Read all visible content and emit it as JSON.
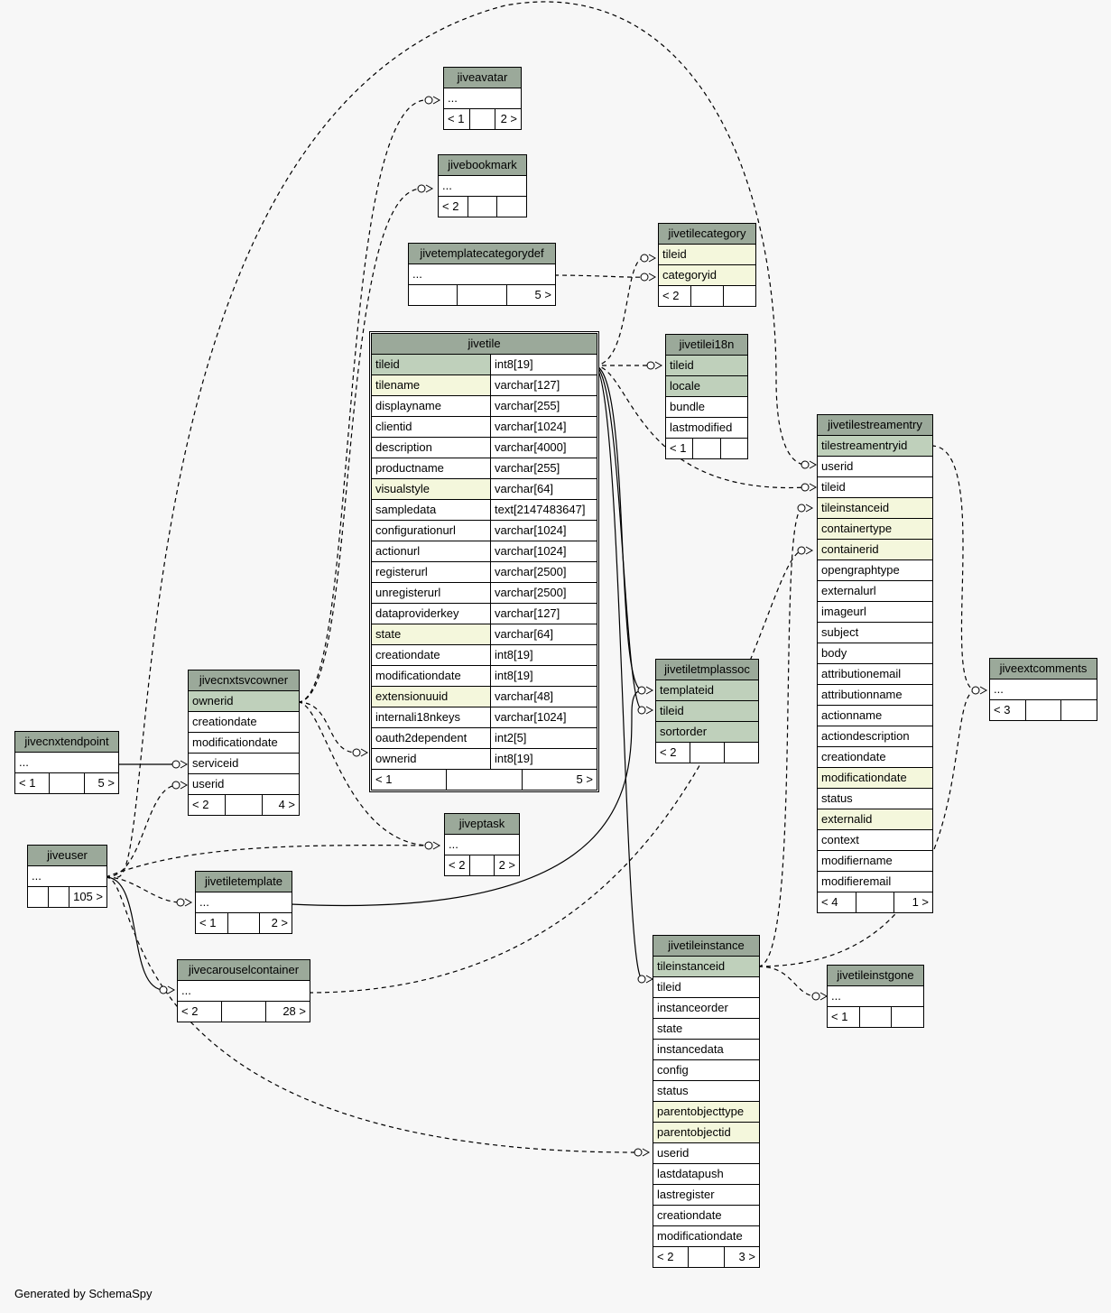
{
  "credit": "Generated by SchemaSpy",
  "colors": {
    "background": "#f7f7f7",
    "header": "#9ba99a",
    "primary_key": "#bfd0bb",
    "indexed": "#f4f7dc"
  },
  "tables": {
    "jiveavatar": {
      "title": "jiveavatar",
      "rows": [
        {
          "name": "..."
        }
      ],
      "footer": [
        "< 1",
        "",
        "2 >"
      ]
    },
    "jivebookmark": {
      "title": "jivebookmark",
      "rows": [
        {
          "name": "..."
        }
      ],
      "footer": [
        "< 2",
        "",
        ""
      ]
    },
    "jivetilecategory": {
      "title": "jivetilecategory",
      "rows": [
        {
          "name": "tileid",
          "cls": "idx"
        },
        {
          "name": "categoryid",
          "cls": "idx"
        }
      ],
      "footer": [
        "< 2",
        "",
        ""
      ]
    },
    "jivetemplatecategorydef": {
      "title": "jivetemplatecategorydef",
      "rows": [
        {
          "name": "..."
        }
      ],
      "footer": [
        "",
        "",
        "5 >"
      ]
    },
    "jivetile": {
      "title": "jivetile",
      "rows": [
        {
          "name": "tileid",
          "type": "int8[19]",
          "cls": "pk"
        },
        {
          "name": "tilename",
          "type": "varchar[127]",
          "cls": "idx"
        },
        {
          "name": "displayname",
          "type": "varchar[255]"
        },
        {
          "name": "clientid",
          "type": "varchar[1024]"
        },
        {
          "name": "description",
          "type": "varchar[4000]"
        },
        {
          "name": "productname",
          "type": "varchar[255]"
        },
        {
          "name": "visualstyle",
          "type": "varchar[64]",
          "cls": "idx"
        },
        {
          "name": "sampledata",
          "type": "text[2147483647]"
        },
        {
          "name": "configurationurl",
          "type": "varchar[1024]"
        },
        {
          "name": "actionurl",
          "type": "varchar[1024]"
        },
        {
          "name": "registerurl",
          "type": "varchar[2500]"
        },
        {
          "name": "unregisterurl",
          "type": "varchar[2500]"
        },
        {
          "name": "dataproviderkey",
          "type": "varchar[127]"
        },
        {
          "name": "state",
          "type": "varchar[64]",
          "cls": "idx"
        },
        {
          "name": "creationdate",
          "type": "int8[19]"
        },
        {
          "name": "modificationdate",
          "type": "int8[19]"
        },
        {
          "name": "extensionuuid",
          "type": "varchar[48]",
          "cls": "idx"
        },
        {
          "name": "internali18nkeys",
          "type": "varchar[1024]"
        },
        {
          "name": "oauth2dependent",
          "type": "int2[5]"
        },
        {
          "name": "ownerid",
          "type": "int8[19]"
        }
      ],
      "footer": [
        "< 1",
        "",
        "5 >"
      ]
    },
    "jivetilei18n": {
      "title": "jivetilei18n",
      "rows": [
        {
          "name": "tileid",
          "cls": "pk"
        },
        {
          "name": "locale",
          "cls": "pk"
        },
        {
          "name": "bundle"
        },
        {
          "name": "lastmodified"
        }
      ],
      "footer": [
        "< 1",
        "",
        ""
      ]
    },
    "jivetilestreamentry": {
      "title": "jivetilestreamentry",
      "rows": [
        {
          "name": "tilestreamentryid",
          "cls": "pk"
        },
        {
          "name": "userid"
        },
        {
          "name": "tileid"
        },
        {
          "name": "tileinstanceid",
          "cls": "idx"
        },
        {
          "name": "containertype",
          "cls": "idx"
        },
        {
          "name": "containerid",
          "cls": "idx"
        },
        {
          "name": "opengraphtype"
        },
        {
          "name": "externalurl"
        },
        {
          "name": "imageurl"
        },
        {
          "name": "subject"
        },
        {
          "name": "body"
        },
        {
          "name": "attributionemail"
        },
        {
          "name": "attributionname"
        },
        {
          "name": "actionname"
        },
        {
          "name": "actiondescription"
        },
        {
          "name": "creationdate"
        },
        {
          "name": "modificationdate",
          "cls": "idx"
        },
        {
          "name": "status"
        },
        {
          "name": "externalid",
          "cls": "idx"
        },
        {
          "name": "context"
        },
        {
          "name": "modifiername"
        },
        {
          "name": "modifieremail"
        }
      ],
      "footer": [
        "< 4",
        "",
        "1 >"
      ]
    },
    "jivecnxtsvcowner": {
      "title": "jivecnxtsvcowner",
      "rows": [
        {
          "name": "ownerid",
          "cls": "pk"
        },
        {
          "name": "creationdate"
        },
        {
          "name": "modificationdate"
        },
        {
          "name": "serviceid"
        },
        {
          "name": "userid"
        }
      ],
      "footer": [
        "< 2",
        "",
        "4 >"
      ]
    },
    "jivecnxtendpoint": {
      "title": "jivecnxtendpoint",
      "rows": [
        {
          "name": "..."
        }
      ],
      "footer": [
        "< 1",
        "",
        "5 >"
      ]
    },
    "jiveuser": {
      "title": "jiveuser",
      "rows": [
        {
          "name": "..."
        }
      ],
      "footer": [
        "",
        "",
        "105 >"
      ]
    },
    "jiveptask": {
      "title": "jiveptask",
      "rows": [
        {
          "name": "..."
        }
      ],
      "footer": [
        "< 2",
        "",
        "2 >"
      ]
    },
    "jivetiletemplate": {
      "title": "jivetiletemplate",
      "rows": [
        {
          "name": "..."
        }
      ],
      "footer": [
        "< 1",
        "",
        "2 >"
      ]
    },
    "jivecarouselcontainer": {
      "title": "jivecarouselcontainer",
      "rows": [
        {
          "name": "..."
        }
      ],
      "footer": [
        "< 2",
        "",
        "28 >"
      ]
    },
    "jivetiletmplassoc": {
      "title": "jivetiletmplassoc",
      "rows": [
        {
          "name": "templateid",
          "cls": "pk"
        },
        {
          "name": "tileid",
          "cls": "pk"
        },
        {
          "name": "sortorder",
          "cls": "pk"
        }
      ],
      "footer": [
        "< 2",
        "",
        ""
      ]
    },
    "jivetileinstance": {
      "title": "jivetileinstance",
      "rows": [
        {
          "name": "tileinstanceid",
          "cls": "pk"
        },
        {
          "name": "tileid"
        },
        {
          "name": "instanceorder"
        },
        {
          "name": "state"
        },
        {
          "name": "instancedata"
        },
        {
          "name": "config"
        },
        {
          "name": "status"
        },
        {
          "name": "parentobjecttype",
          "cls": "idx"
        },
        {
          "name": "parentobjectid",
          "cls": "idx"
        },
        {
          "name": "userid"
        },
        {
          "name": "lastdatapush"
        },
        {
          "name": "lastregister"
        },
        {
          "name": "creationdate"
        },
        {
          "name": "modificationdate"
        }
      ],
      "footer": [
        "< 2",
        "",
        "3 >"
      ]
    },
    "jiveextcomments": {
      "title": "jiveextcomments",
      "rows": [
        {
          "name": "..."
        }
      ],
      "footer": [
        "< 3",
        "",
        ""
      ]
    },
    "jivetileinstgone": {
      "title": "jivetileinstgone",
      "rows": [
        {
          "name": "..."
        }
      ],
      "footer": [
        "< 1",
        "",
        ""
      ]
    }
  }
}
